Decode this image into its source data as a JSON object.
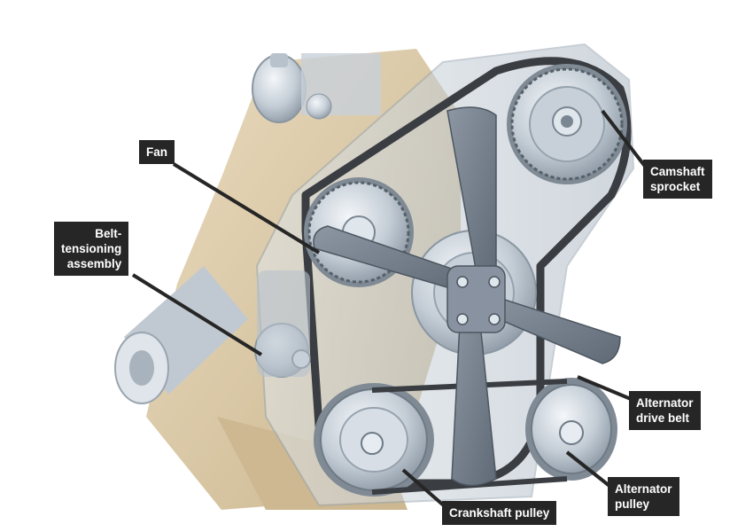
{
  "labels": {
    "fan": "Fan",
    "camshaft_sprocket": "Camshaft\nsprocket",
    "belt_tensioning_assembly": "Belt-\ntensioning\nassembly",
    "alternator_drive_belt": "Alternator\ndrive belt",
    "alternator_pulley": "Alternator\npulley",
    "crankshaft_pulley": "Crankshaft pulley"
  },
  "colors": {
    "label_background": "#262626",
    "label_text": "#ffffff",
    "leader_line": "#262626",
    "engine_block": "#d9c7a4",
    "metal": "#c9d3dc",
    "belt": "#3a3d42"
  }
}
